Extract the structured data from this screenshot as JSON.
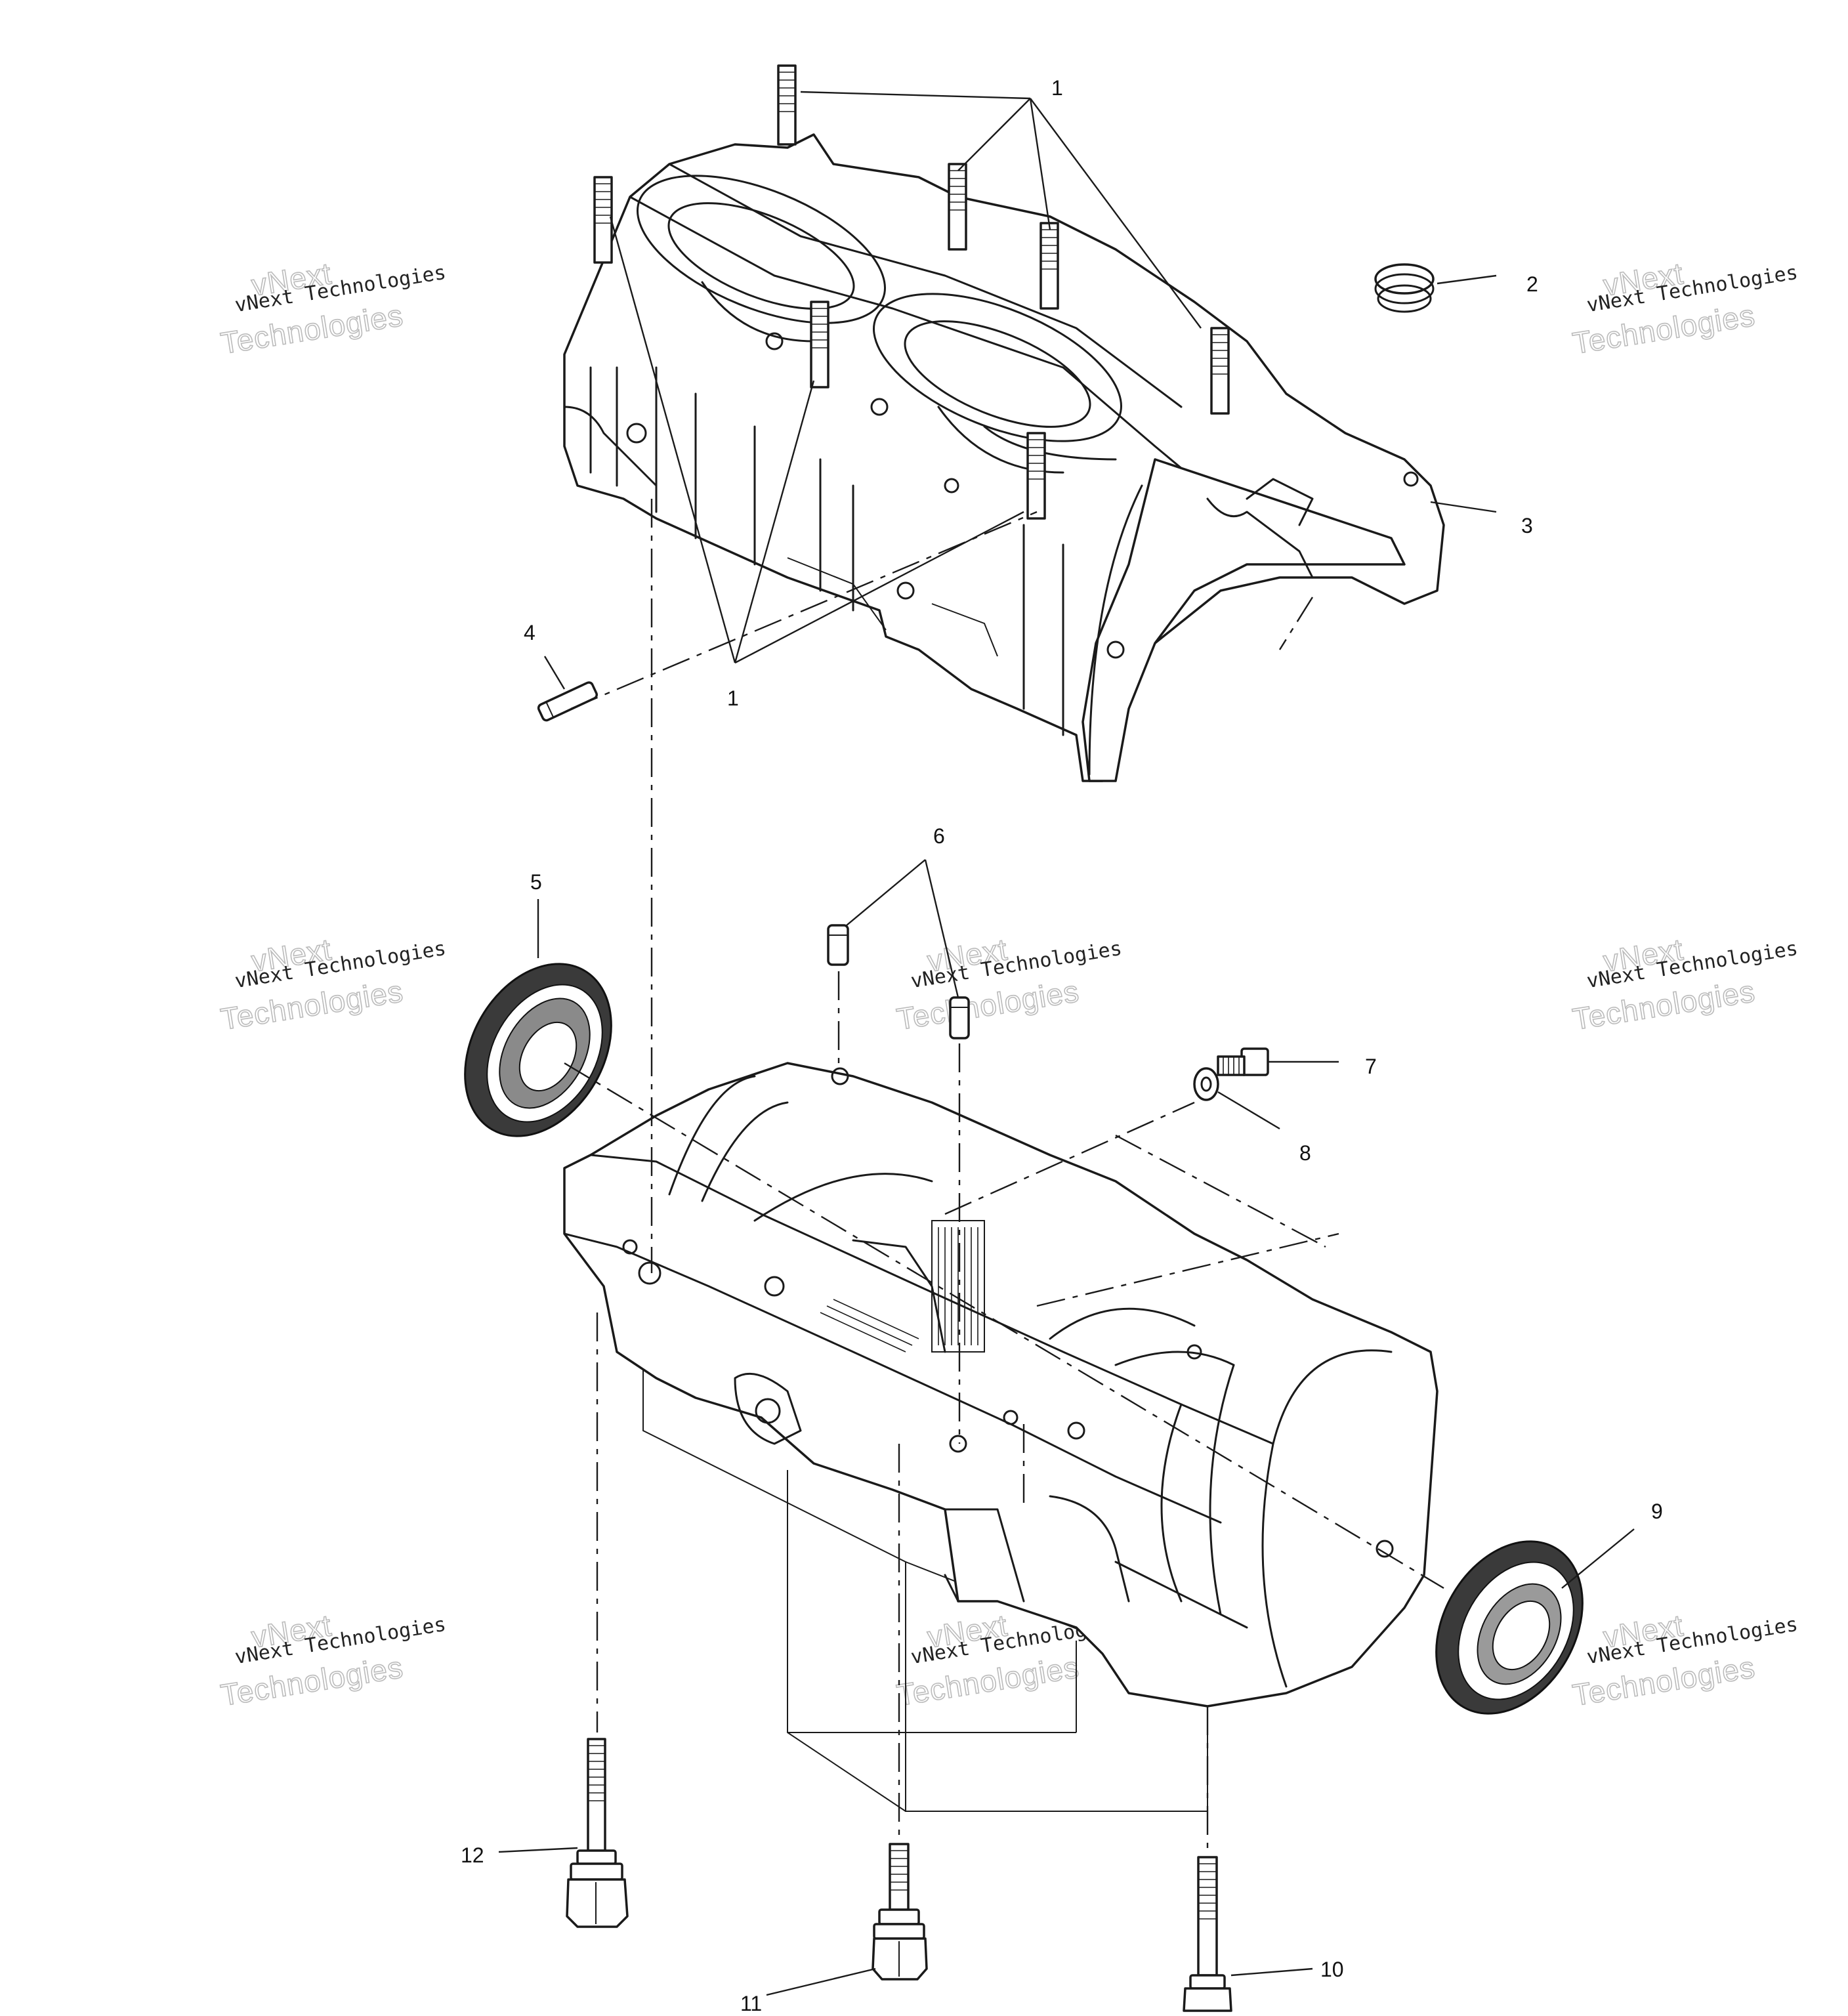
{
  "diagram": {
    "callouts": [
      "1",
      "1",
      "2",
      "3",
      "4",
      "5",
      "6",
      "7",
      "8",
      "9",
      "10",
      "11",
      "12"
    ],
    "watermark": {
      "line1": "vNext Technologies",
      "line2": "vNext",
      "line3": "Technologies"
    }
  }
}
